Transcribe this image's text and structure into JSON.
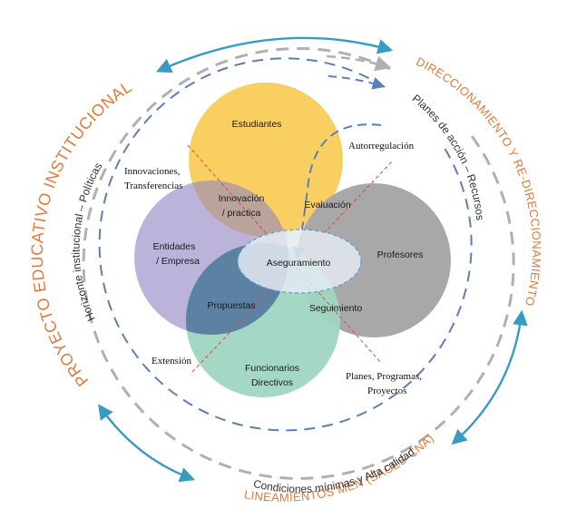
{
  "colors": {
    "students": "#f9cf62",
    "entities": "#b7add8",
    "teachers": "#a9a8a8",
    "officials": "#9fd6c2",
    "overlap_blue": "#4a6d9a",
    "assurance_fill": "#e4eaf2",
    "assurance_border": "#5b9bd5",
    "ring_orange": "#e07a3b",
    "ring_arrow": "#3a9bc2",
    "dashed_blue": "#5b7fb5",
    "dashed_gray": "#b0b0b0",
    "cross_red": "#e04848"
  },
  "circles": {
    "students": "Estudiantes",
    "entities_line1": "Entidades",
    "entities_line2": "/ Empresa",
    "teachers": "Profesores",
    "officials_line1": "Funcionarios",
    "officials_line2": "Directivos"
  },
  "overlaps": {
    "innovation_line1": "Innovación",
    "innovation_line2": "/ practica",
    "evaluation": "Evaluación",
    "proposals": "Propuestas",
    "follow_up": "Seguimiento",
    "center": "Aseguramiento"
  },
  "notes": {
    "innovations_line1": "Innovaciones,",
    "innovations_line2": "Transferencias",
    "self_regulation": "Autorregulación",
    "extension": "Extensión",
    "plans_line1": "Planes, Programas,",
    "plans_line2": "Proyectos"
  },
  "ring": {
    "left_outer": "PROYECTO EDUCATIVO INSTITUCIONAL",
    "left_inner": "Horizonte institucional – Políticas",
    "right_outer": "DIRECCIONAMIENTO Y RE-DIRECCIONAMIENTO",
    "right_inner": "Planes de acción – Recursos",
    "bottom_outer": "LINEAMIENTOS MEN (SACES-CNA)",
    "bottom_inner": "Condiciones mínimas y Alta calidad"
  }
}
